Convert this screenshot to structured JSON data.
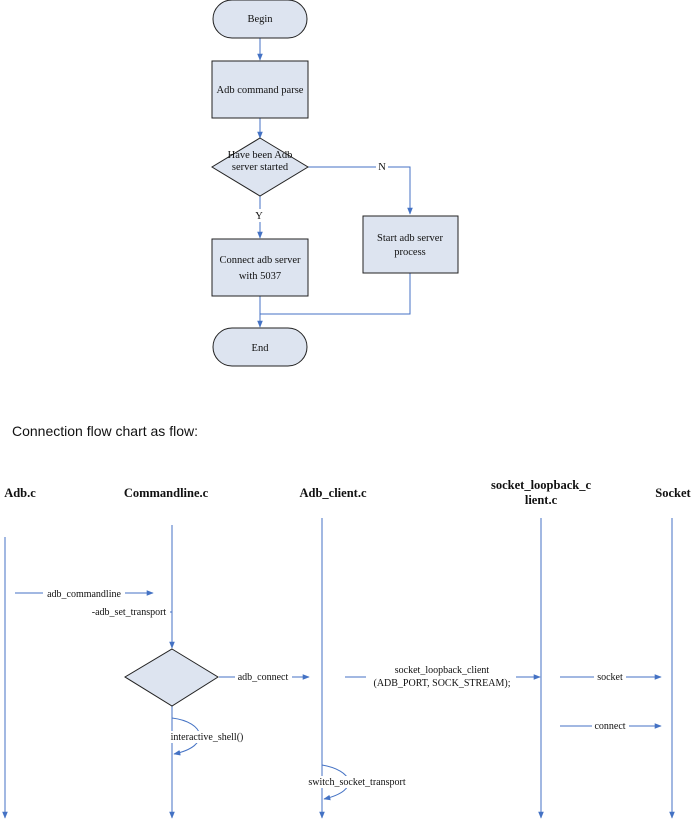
{
  "flowchart": {
    "begin": "Begin",
    "parse": "Adb command parse",
    "decision_line1": "Have been Adb",
    "decision_line2": "server started",
    "yes_label": "Y",
    "no_label": "N",
    "connect_line1": "Connect adb server",
    "connect_line2": "with 5037",
    "start_line1": "Start adb server",
    "start_line2": "process",
    "end": "End"
  },
  "caption": "Connection flow chart as flow:",
  "sequence": {
    "headers": {
      "adb_c": "Adb.c",
      "commandline_c": "Commandline.c",
      "adb_client_c": "Adb_client.c",
      "socket_loopback_line1": "socket_loopback_c",
      "socket_loopback_line2": "lient.c",
      "socket": "Socket"
    },
    "messages": {
      "adb_commandline": "adb_commandline",
      "adb_set_transport": "-adb_set_transport",
      "adb_connect": "adb_connect",
      "socket_loopback_client_line1": "socket_loopback_client",
      "socket_loopback_client_line2": "(ADB_PORT, SOCK_STREAM);",
      "socket": "socket",
      "connect": "connect",
      "interactive_shell": "interactive_shell()",
      "switch_socket_transport": "switch_socket_transport"
    }
  },
  "colors": {
    "line": "#4472c4",
    "box_fill": "#dde4f0",
    "box_stroke": "#222222"
  }
}
